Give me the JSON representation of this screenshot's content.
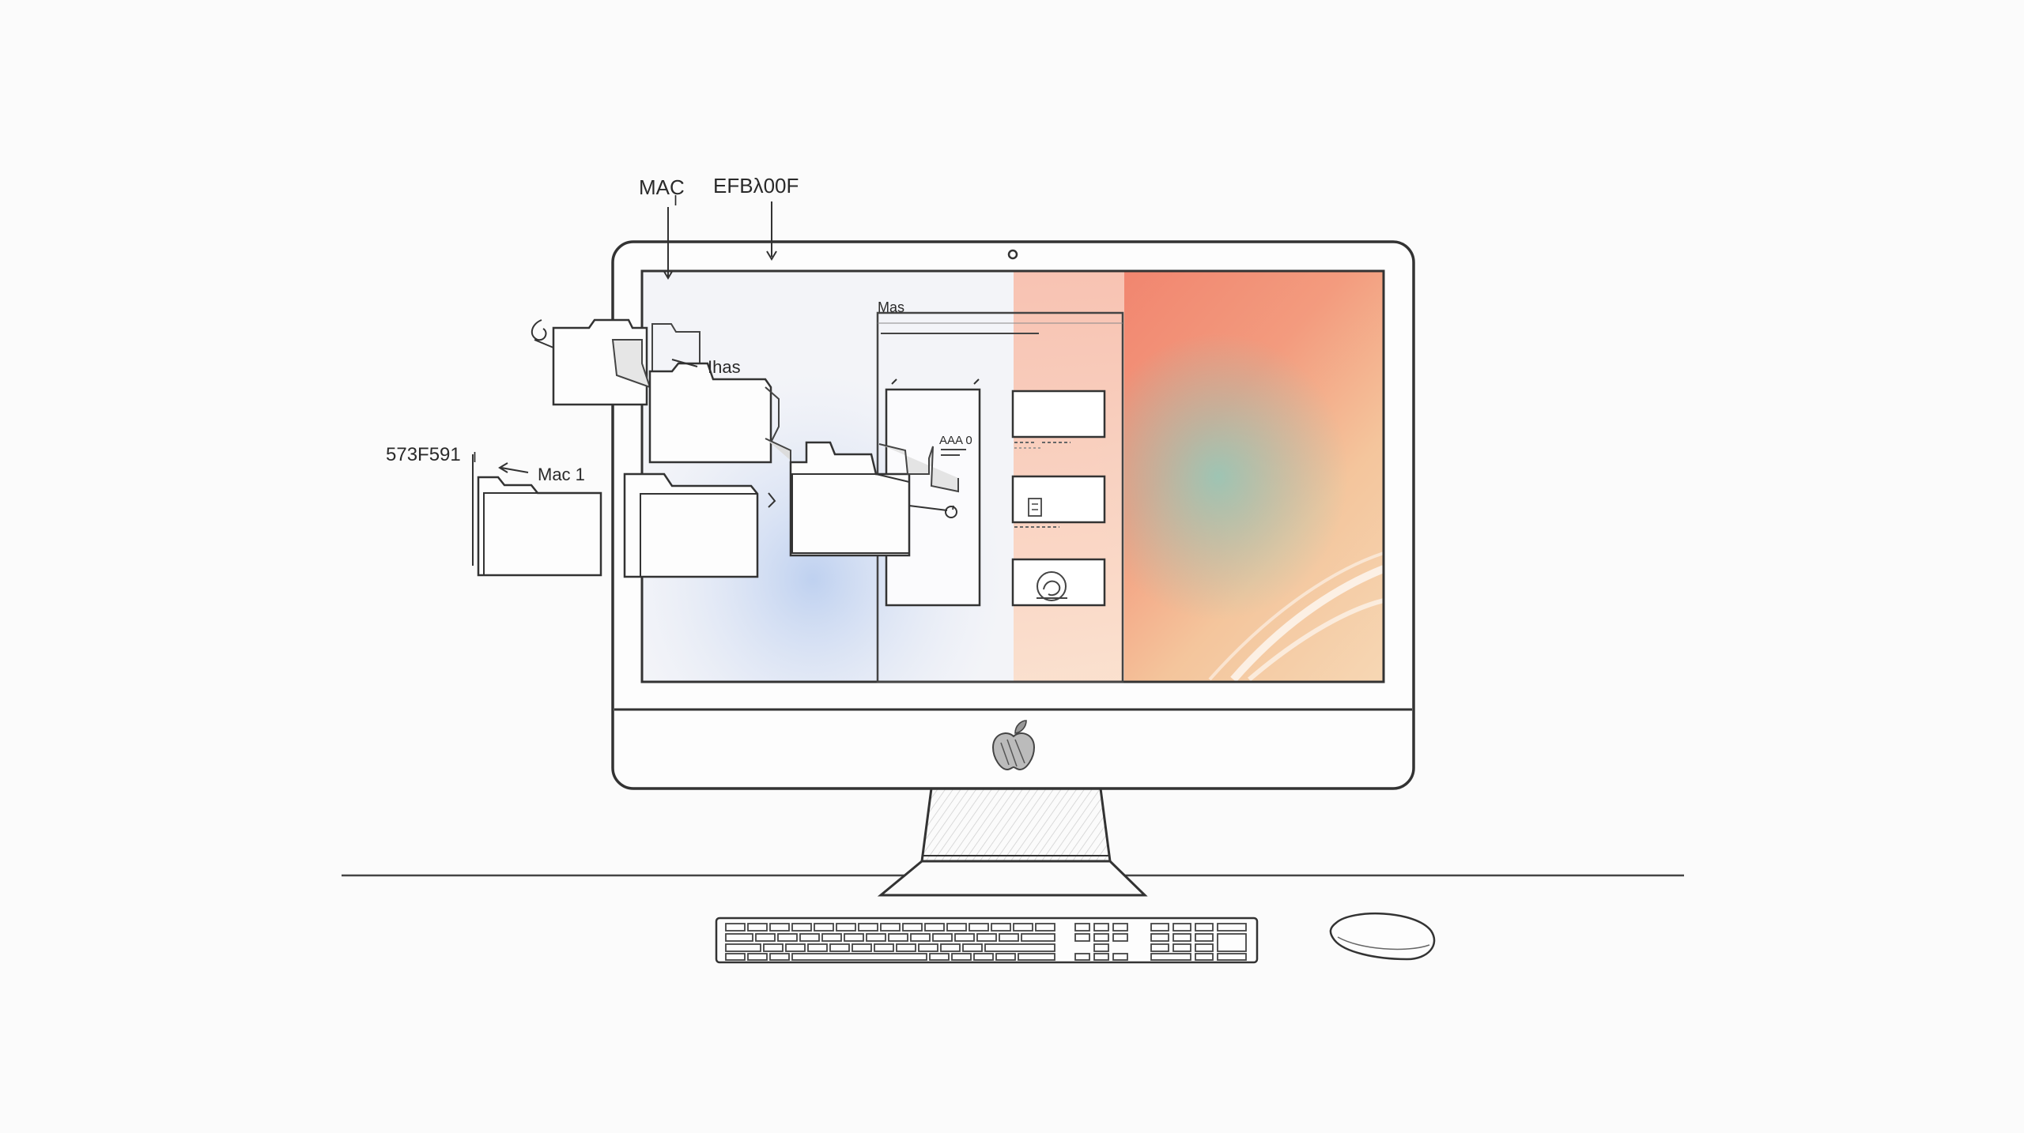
{
  "labels": {
    "top_left": "MAC",
    "top_left_mark": "I",
    "top_right": "EFBλ00F",
    "folder_callout": "Ihas",
    "left_code": "573F591",
    "left_code_mark": "I",
    "left_callout": "Mac 1",
    "window_title": "Mas",
    "panel_text": "AAA 0"
  },
  "colors": {
    "line": "#333333",
    "paper": "#fbfbfb",
    "wallpaper_coral": "#f08a76",
    "wallpaper_peach": "#f6c3a0",
    "wallpaper_teal": "#8fc7b8",
    "wallpaper_blue": "#bfd0ee"
  },
  "icons": {
    "logo": "apple-logo-icon",
    "camera": "webcam-icon",
    "folder": "folder-icon"
  }
}
